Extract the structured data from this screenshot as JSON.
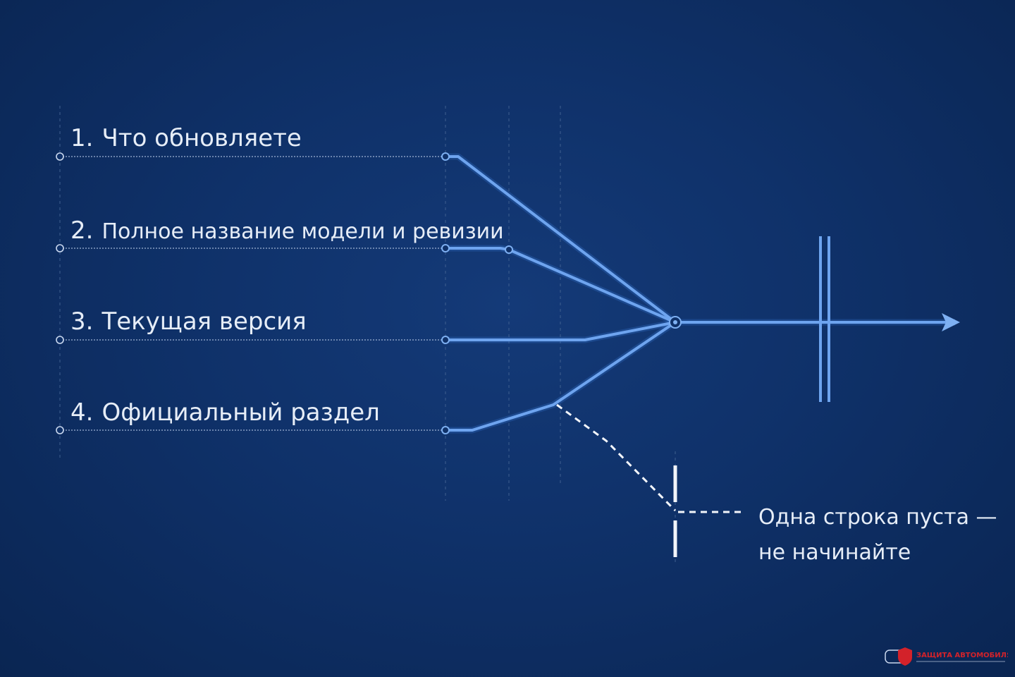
{
  "inputs": [
    {
      "number": "1.",
      "text": "Что обновляете"
    },
    {
      "number": "2.",
      "text": "Полное название модели и ревизии"
    },
    {
      "number": "3.",
      "text": "Текущая версия"
    },
    {
      "number": "4.",
      "text": "Официальный раздел"
    }
  ],
  "note": {
    "line1": "Одна строка пуста —",
    "line2": "не начинайте"
  },
  "logo": {
    "name": "ЗАЩИТА АВТОМОБИЛЯ"
  },
  "colors": {
    "background": "#0f3169",
    "flow": "#6ea4ef",
    "text": "#e6edf7",
    "logo_red": "#d3222a"
  }
}
